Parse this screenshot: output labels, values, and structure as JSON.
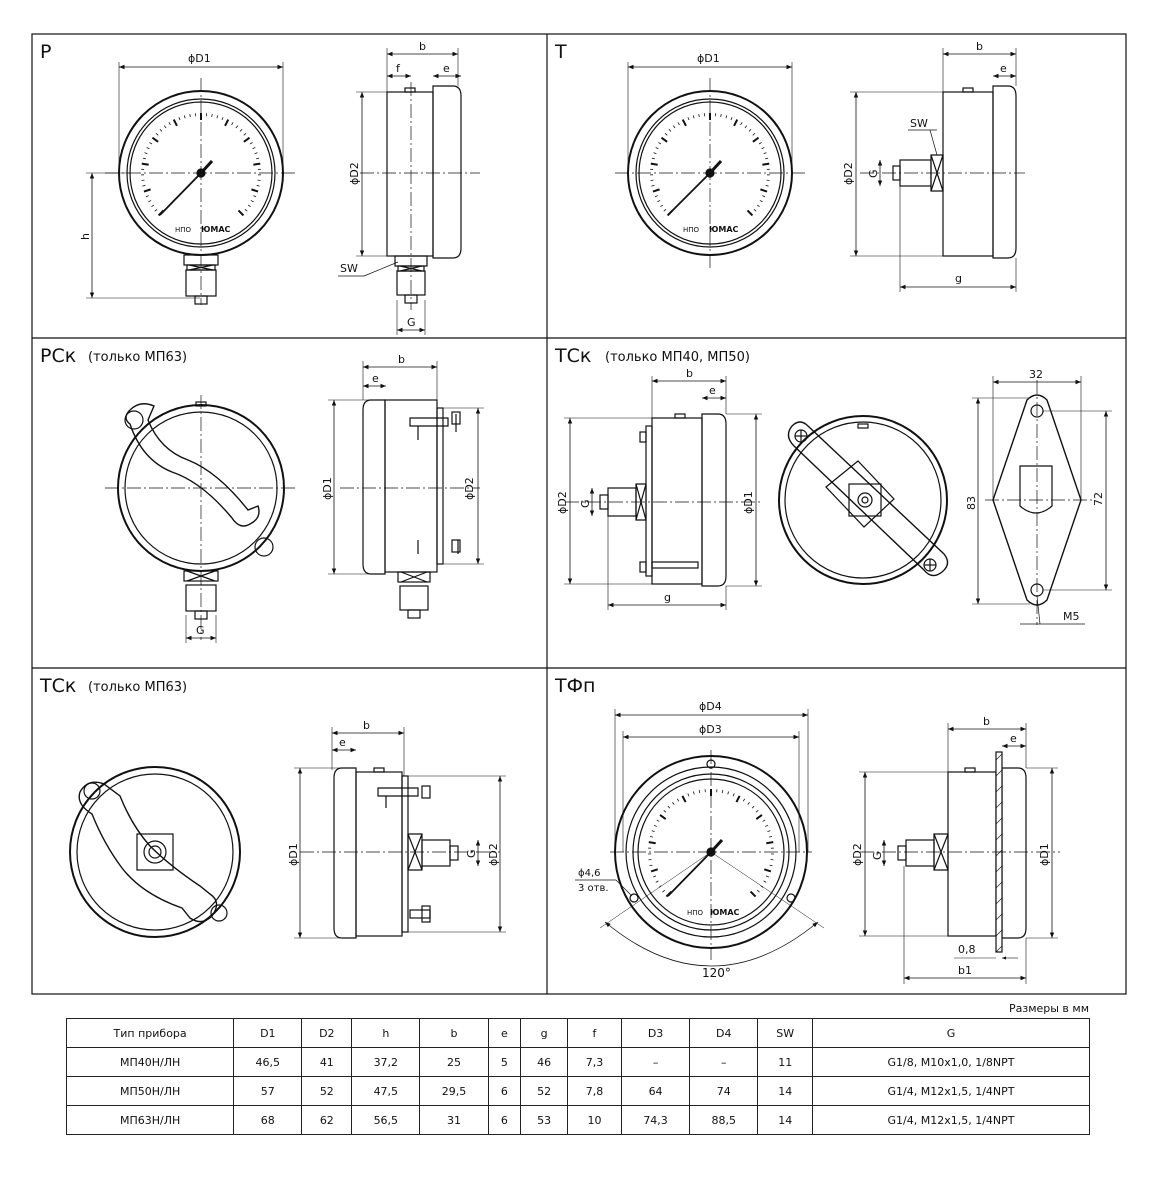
{
  "panels": {
    "p": {
      "title": "Р"
    },
    "t": {
      "title": "Т"
    },
    "rsk": {
      "title": "РСк",
      "note": "(только МП63)"
    },
    "tsk1": {
      "title": "ТСк",
      "note": "(только МП40, МП50)"
    },
    "tsk2": {
      "title": "ТСк",
      "note": "(только МП63)"
    },
    "tfp": {
      "title": "ТФп"
    }
  },
  "labels": {
    "d1": "ϕD1",
    "d2": "ϕD2",
    "d3": "ϕD3",
    "d4": "ϕD4",
    "b": "b",
    "e": "e",
    "f": "f",
    "g": "g",
    "h": "h",
    "G": "G",
    "SW": "SW",
    "b1": "b1",
    "holes": "ϕ4,6",
    "holes_count": "3 отв.",
    "angle": "120°",
    "thick": "0,8",
    "dim32": "32",
    "dim83": "83",
    "dim72": "72",
    "m5": "M5",
    "brand_prefix": "НПО",
    "brand": "ЮМАС"
  },
  "table": {
    "units": "Размеры в мм",
    "headers": [
      "Тип прибора",
      "D1",
      "D2",
      "h",
      "b",
      "e",
      "g",
      "f",
      "D3",
      "D4",
      "SW",
      "G"
    ],
    "rows": [
      [
        "МП40Н/ЛН",
        "46,5",
        "41",
        "37,2",
        "25",
        "5",
        "46",
        "7,3",
        "–",
        "–",
        "11",
        "G1/8, M10x1,0, 1/8NPT"
      ],
      [
        "МП50Н/ЛН",
        "57",
        "52",
        "47,5",
        "29,5",
        "6",
        "52",
        "7,8",
        "64",
        "74",
        "14",
        "G1/4, M12x1,5, 1/4NPT"
      ],
      [
        "МП63Н/ЛН",
        "68",
        "62",
        "56,5",
        "31",
        "6",
        "53",
        "10",
        "74,3",
        "88,5",
        "14",
        "G1/4, M12x1,5, 1/4NPT"
      ]
    ]
  },
  "colors": {
    "brand": "#e0662a",
    "line": "#111111"
  }
}
